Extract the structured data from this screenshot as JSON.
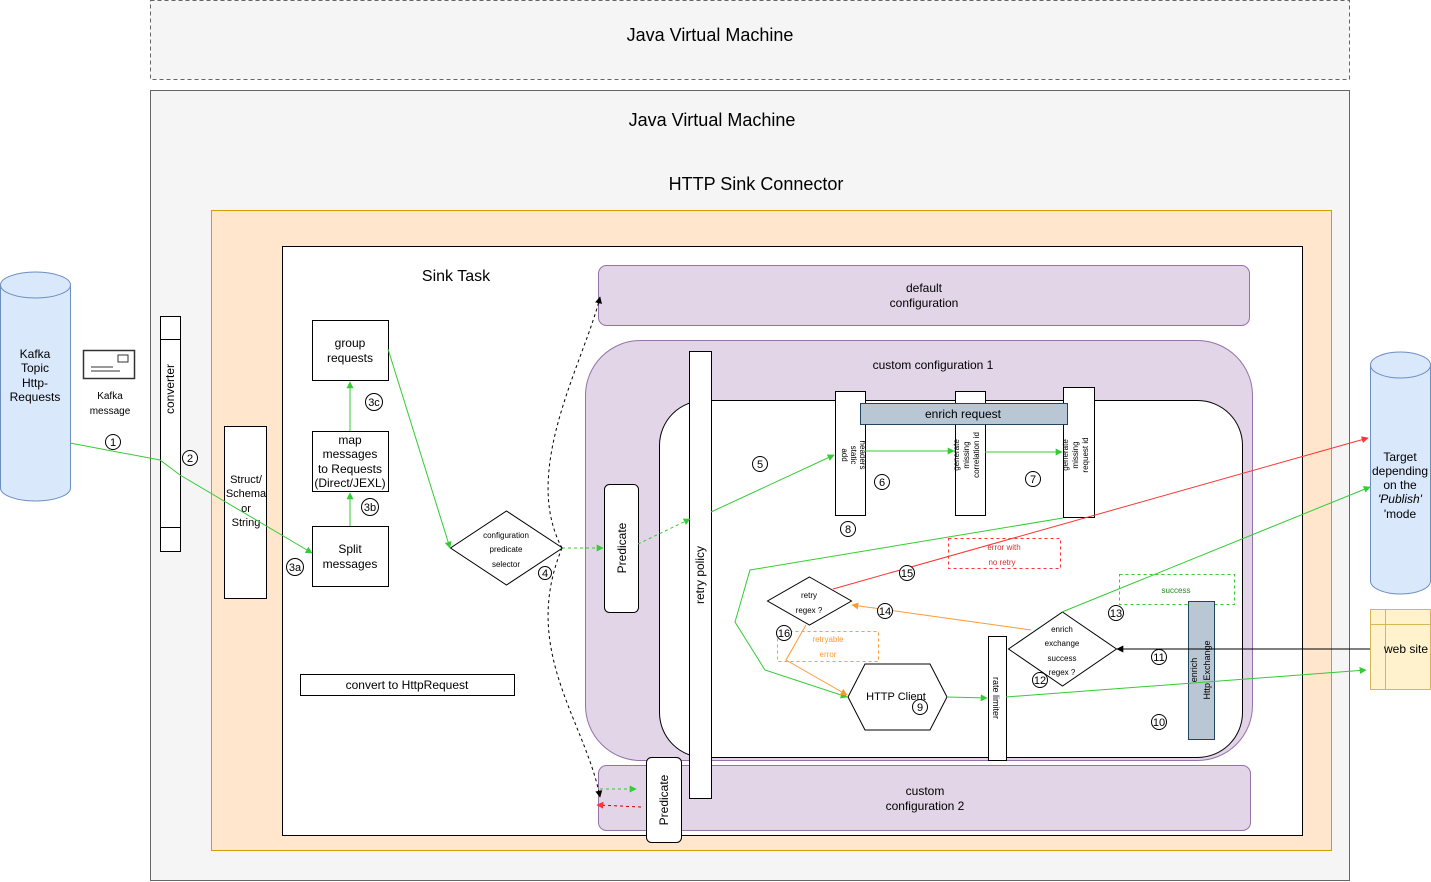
{
  "jvm_outer_title": "Java Virtual Machine",
  "jvm_inner_title": "Java Virtual Machine",
  "connector_title": "HTTP Sink Connector",
  "sink_task_title": "Sink Task",
  "kafka_topic": [
    "Kafka",
    "Topic",
    "Http-",
    "Requests"
  ],
  "kafka_message": [
    "Kafka",
    "message"
  ],
  "converter": "converter",
  "struct": [
    "Struct/",
    "Schema",
    "or",
    "String"
  ],
  "group_requests": [
    "group",
    "requests"
  ],
  "map_messages": [
    "map",
    "messages",
    "to Requests",
    "(Direct/JEXL)"
  ],
  "split_messages": [
    "Split",
    "messages"
  ],
  "convert_to_http": "convert to HttpRequest",
  "config_selector": [
    "configuration",
    "predicate",
    "selector"
  ],
  "default_config": [
    "default",
    "configuration"
  ],
  "custom_config_1": "custom configuration 1",
  "custom_config_2": [
    "custom",
    "configuration 2"
  ],
  "predicate": "Predicate",
  "retry_policy": "retry policy",
  "enrich_request": "enrich request",
  "add_static_headers": [
    "add",
    "static",
    "headers"
  ],
  "gen_correlation": [
    "generate",
    "missing",
    "correlation id"
  ],
  "gen_request_id": [
    "generate",
    "missing",
    "request id"
  ],
  "retry_regex": [
    "retry",
    "regex ?"
  ],
  "retryable_error": [
    "retryable",
    "error"
  ],
  "http_client": "HTTP Client",
  "rate_limiter": "rate limiter",
  "enrich_success": [
    "enrich",
    "exchange",
    "success",
    "regex ?"
  ],
  "error_no_retry": [
    "error with",
    "no retry"
  ],
  "success": "success",
  "enrich_http_exchange": [
    "enrich",
    "Http Exchange"
  ],
  "target": [
    "Target",
    "depending",
    "on the",
    "'Publish'",
    "'mode"
  ],
  "web_site": "web site",
  "steps": [
    "1",
    "2",
    "3a",
    "3b",
    "3c",
    "4",
    "5",
    "6",
    "7",
    "8",
    "9",
    "10",
    "11",
    "12",
    "13",
    "14",
    "15",
    "16"
  ],
  "colors": {
    "green": "#33cc33",
    "red": "#ff3333",
    "orange": "#ff9933",
    "purple": "#e1d5e7",
    "orange_bg": "#ffe6cc",
    "blue": "#dae8fc",
    "gray_blue": "#b9c7d4",
    "yellow": "#fff2cc"
  }
}
